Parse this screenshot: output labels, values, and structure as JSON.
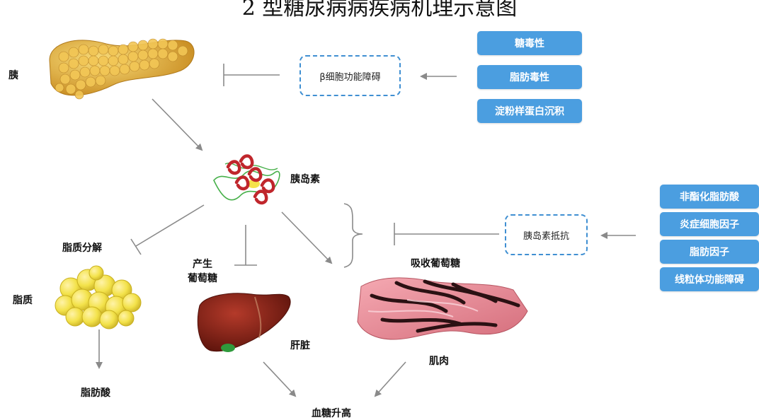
{
  "title": "2 型糖尿病病疾病机理示意图",
  "labels": {
    "pancreas": "胰",
    "insulin": "胰岛素",
    "fat_breakdown": "脂质分解",
    "fat": "脂质",
    "fatty_acid": "脂肪酸",
    "produce_glucose": "产生\n葡萄糖",
    "liver": "肝脏",
    "absorb_glucose": "吸收葡萄糖",
    "muscle": "肌肉",
    "blood_glucose_rise": "血糖升高"
  },
  "beta_dysfunction": "β细胞功能障碍",
  "insulin_resistance": "胰岛素抵抗",
  "beta_causes": [
    "糖毒性",
    "脂肪毒性",
    "淀粉样蛋白沉积"
  ],
  "resistance_causes": [
    "非酯化脂肪酸",
    "炎症细胞因子",
    "脂肪因子",
    "线粒体功能障碍"
  ],
  "colors": {
    "accent_blue": "#4b9ee0",
    "dashed_border": "#3f8fd2",
    "arrow_gray": "#8a8a8a",
    "pancreas_yellow": "#e7b843",
    "fat_yellow": "#f3e24a",
    "liver_red": "#8d2418",
    "muscle_pink": "#e88b96"
  },
  "icons": [
    "pancreas-icon",
    "insulin-protein-icon",
    "fat-cells-icon",
    "liver-icon",
    "muscle-icon"
  ]
}
